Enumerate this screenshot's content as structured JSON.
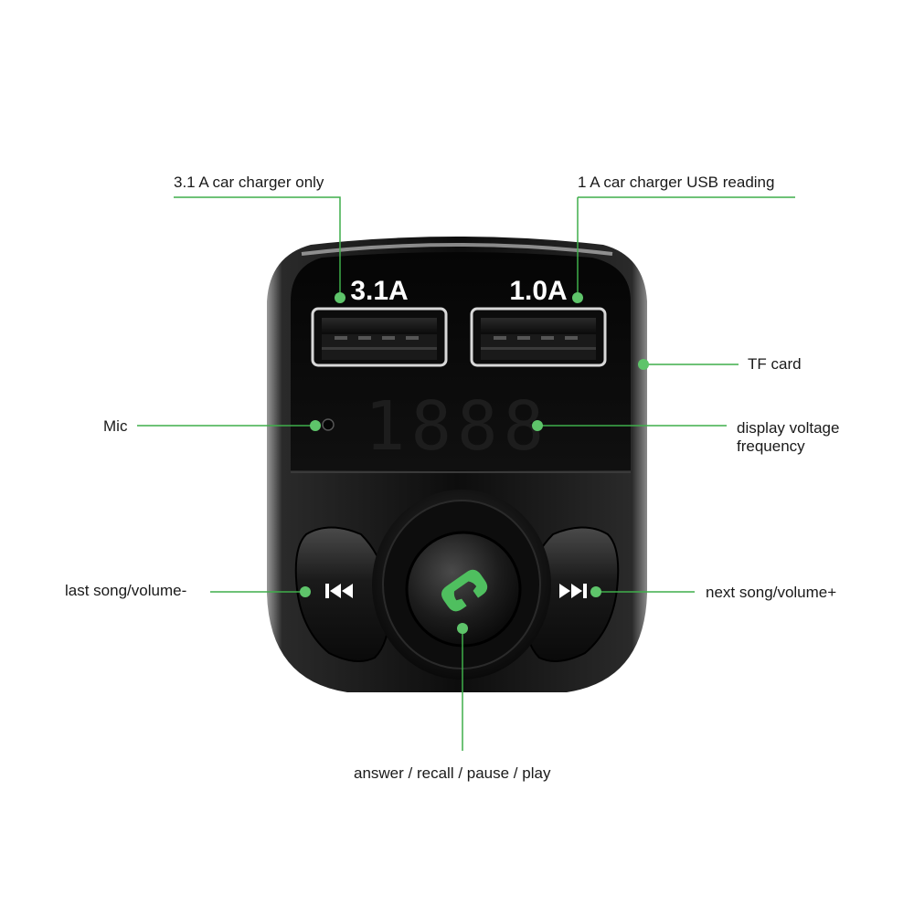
{
  "device": {
    "port_left_rating": "3.1A",
    "port_right_rating": "1.0A",
    "display_digits": "1888"
  },
  "callouts": {
    "port_left": "3.1 A car charger only",
    "port_right": "1 A car charger USB reading",
    "tf_card": "TF card",
    "mic": "Mic",
    "display_line1": "display voltage",
    "display_line2": "frequency",
    "prev_button": "last song/volume-",
    "next_button": "next song/volume+",
    "center_button": "answer / recall / pause / play"
  },
  "colors": {
    "callout_line": "#3fae4a",
    "callout_dot": "#5ec46a",
    "device_body": "#151515",
    "phone_icon": "#4fbf5f"
  },
  "icons": {
    "prev": "skip-previous-icon",
    "next": "skip-next-icon",
    "center": "phone-icon"
  }
}
